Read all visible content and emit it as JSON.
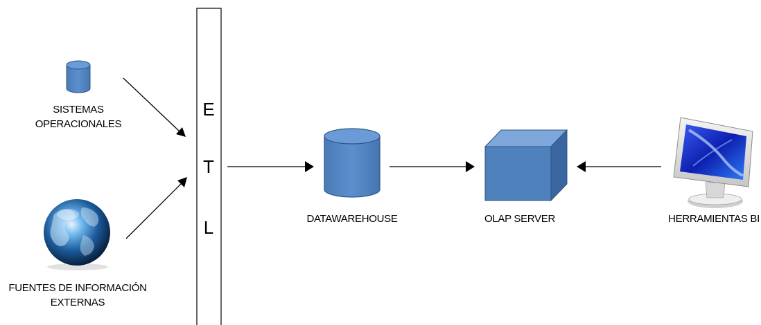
{
  "nodes": {
    "sistemas": {
      "label_line1": "SISTEMAS",
      "label_line2": "OPERACIONALES",
      "icon": "database-cylinder-icon"
    },
    "fuentes": {
      "label_line1": "FUENTES DE INFORMACIÓN",
      "label_line2": "EXTERNAS",
      "icon": "globe-icon"
    },
    "etl": {
      "letter_e": "E",
      "letter_t": "T",
      "letter_l": "L"
    },
    "datawarehouse": {
      "label": "DATAWAREHOUSE",
      "icon": "database-cylinder-icon"
    },
    "olap": {
      "label": "OLAP SERVER",
      "icon": "cube-icon"
    },
    "herramientas": {
      "label": "HERRAMIENTAS BI",
      "icon": "monitor-icon"
    }
  },
  "colors": {
    "cylinder_fill": "#4f81bd",
    "cylinder_stroke": "#2f4f7a",
    "arrow": "#000000"
  }
}
